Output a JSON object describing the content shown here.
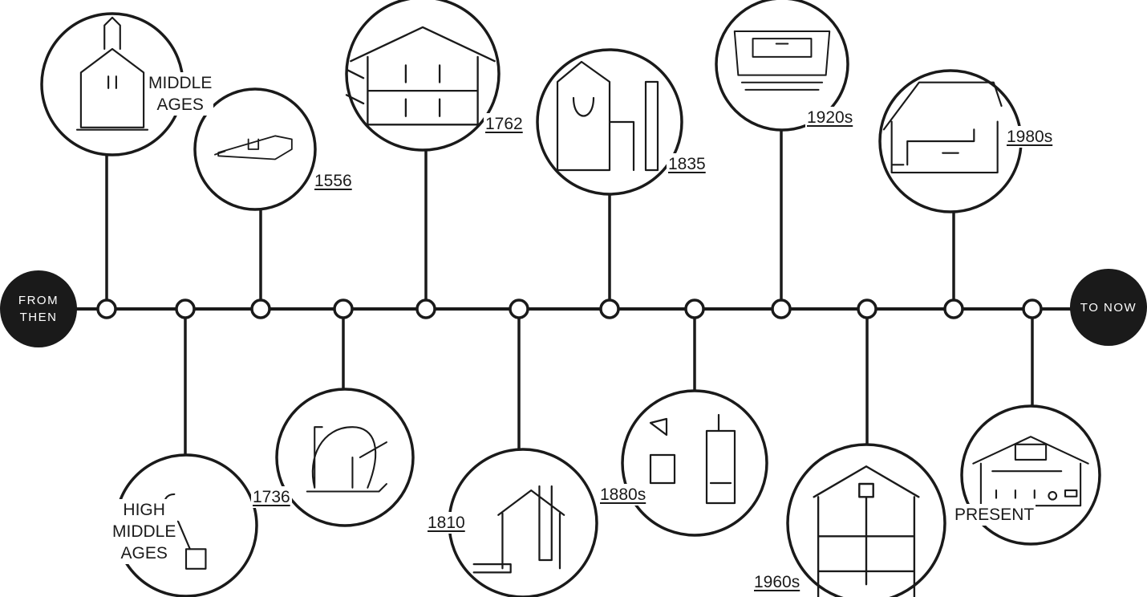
{
  "start_label": "FROM\nTHEN",
  "end_label": "TO NOW",
  "colors": {
    "ink": "#1a1a1a",
    "background": "#ffffff"
  },
  "events": [
    {
      "label": "MIDDLE\nAGES",
      "side": "above",
      "year": false,
      "illustration": "church-icon"
    },
    {
      "label": "HIGH\nMIDDLE\nAGES",
      "side": "below",
      "year": false,
      "illustration": "chimney-cowl-icon"
    },
    {
      "label": "1556",
      "side": "above",
      "year": true,
      "illustration": "bellows-icon"
    },
    {
      "label": "1736",
      "side": "below",
      "year": true,
      "illustration": "fan-wheel-icon"
    },
    {
      "label": "1762",
      "side": "above",
      "year": true,
      "illustration": "ventilated-building-icon"
    },
    {
      "label": "1810",
      "side": "below",
      "year": true,
      "illustration": "house-stove-icon"
    },
    {
      "label": "1835",
      "side": "above",
      "year": true,
      "illustration": "theatre-chimney-icon"
    },
    {
      "label": "1880s",
      "side": "below",
      "year": true,
      "illustration": "window-stove-icon"
    },
    {
      "label": "1920s",
      "side": "above",
      "year": true,
      "illustration": "cinema-icon"
    },
    {
      "label": "1960s",
      "side": "below",
      "year": true,
      "illustration": "apartment-shaft-icon"
    },
    {
      "label": "1980s",
      "side": "above",
      "year": true,
      "illustration": "house-ventilation-icon"
    },
    {
      "label": "PRESENT",
      "side": "below",
      "year": false,
      "illustration": "smart-house-icon"
    }
  ]
}
